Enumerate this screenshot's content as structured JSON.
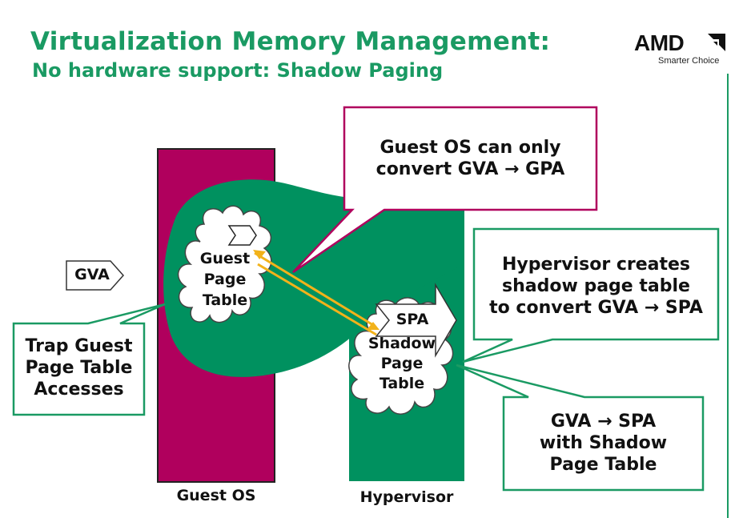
{
  "slide": {
    "title": "Virtualization Memory Management:",
    "subtitle": "No hardware support: Shadow Paging"
  },
  "logo": {
    "brand": "AMD",
    "tagline": "Smarter Choice"
  },
  "colors": {
    "title_green": "#1a9a63",
    "guest_magenta": "#b0005d",
    "hyper_green": "#00915f",
    "arrow_yellow": "#f2b21a"
  },
  "diagram": {
    "gva_tag": "GVA",
    "spa_tag": "SPA",
    "guest_cloud": [
      "Guest",
      "Page",
      "Table"
    ],
    "shadow_cloud": [
      "Shadow",
      "Page",
      "Table"
    ],
    "guest_os_label": "Guest OS",
    "hypervisor_label": "Hypervisor"
  },
  "callouts": {
    "guest_convert": [
      "Guest OS can only",
      "convert  GVA → GPA"
    ],
    "hypervisor_creates": [
      "Hypervisor creates",
      "shadow page table",
      "to convert GVA → SPA"
    ],
    "trap": [
      "Trap Guest",
      "Page Table",
      "Accesses"
    ],
    "gva_spa": [
      "GVA → SPA",
      "with Shadow",
      "Page Table"
    ]
  }
}
